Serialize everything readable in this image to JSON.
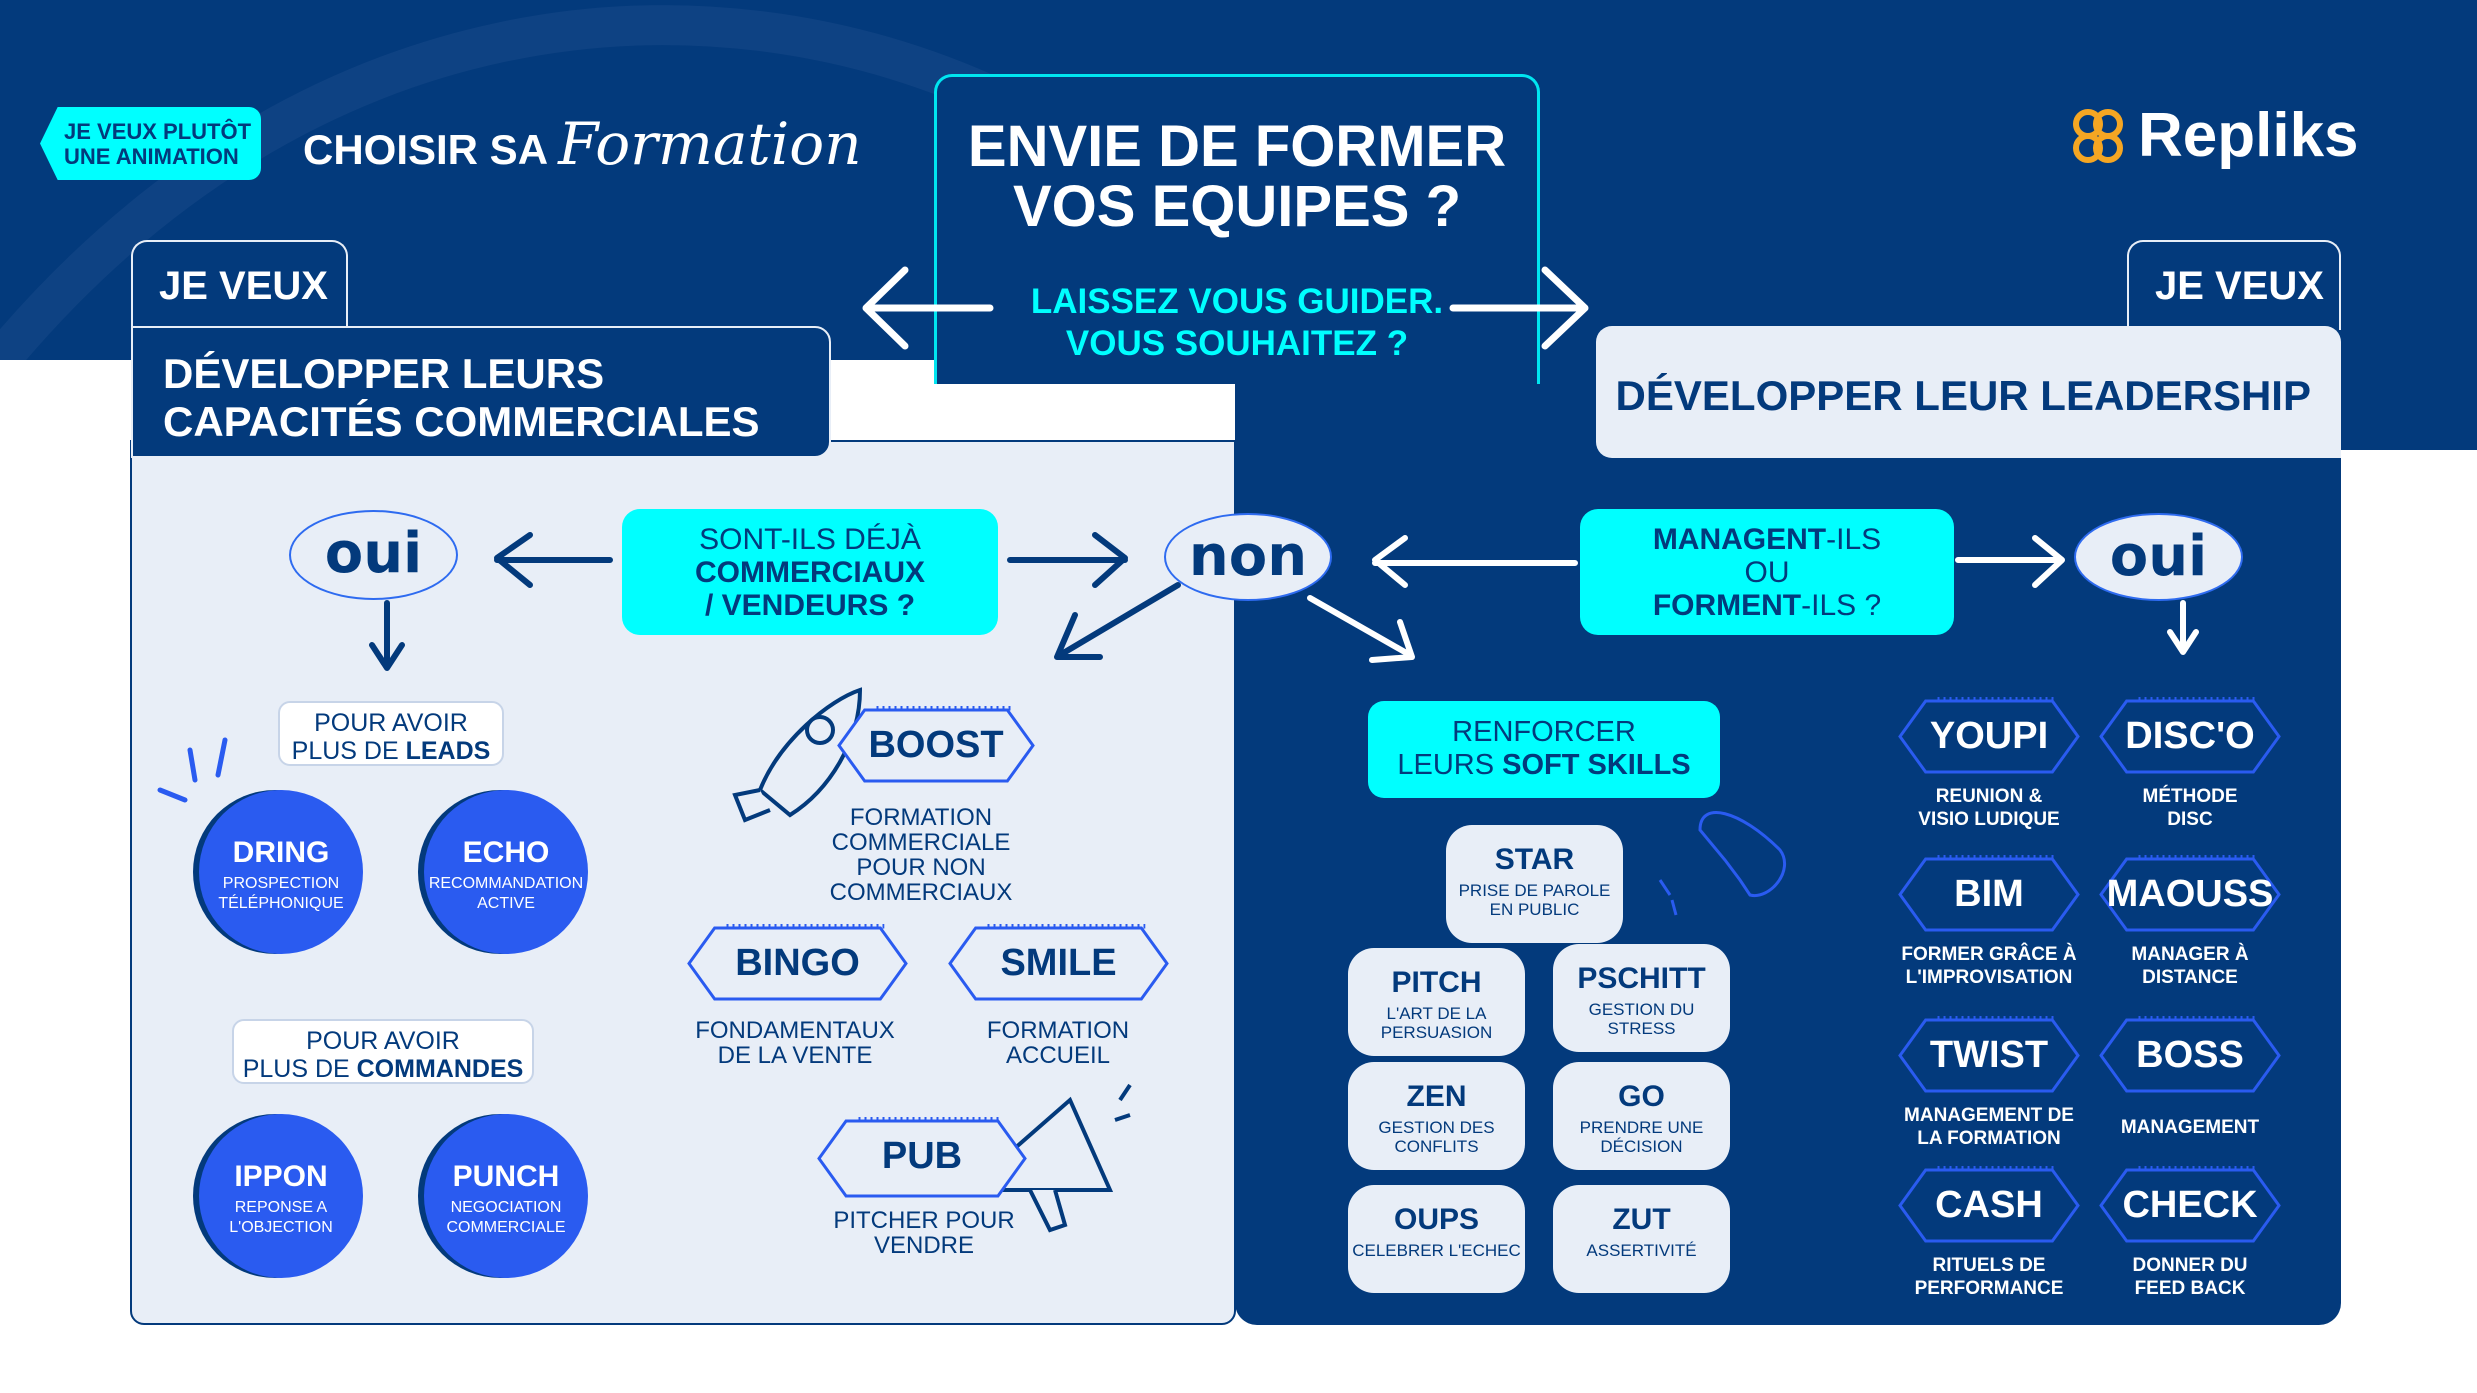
{
  "header": {
    "chip": "JE VEUX PLUTÔT UNE ANIMATION",
    "brand_prefix": "CHOISIR SA",
    "brand_script": "Formation",
    "logo": "Repliks"
  },
  "center": {
    "title_1": "ENVIE DE FORMER",
    "title_2": "VOS EQUIPES ?",
    "sub_1": "LAISSEZ VOUS GUIDER.",
    "sub_2": "VOUS SOUHAITEZ ?"
  },
  "left": {
    "tab": "JE VEUX",
    "title": "DÉVELOPPER LEURS CAPACITÉS COMMERCIALES",
    "oui": "oui",
    "non": "non",
    "question": {
      "l1": "SONT-ILS DÉJÀ",
      "l2": "COMMERCIAUX",
      "l3": "/ VENDEURS ?"
    },
    "leads": {
      "l1": "POUR AVOIR",
      "l2a": "PLUS DE ",
      "l2b": "LEADS"
    },
    "commandes": {
      "l1": "POUR AVOIR",
      "l2a": "PLUS DE ",
      "l2b": "COMMANDES"
    },
    "circles": [
      {
        "title": "DRING",
        "sub": "PROSPECTION TÉLÉPHONIQUE"
      },
      {
        "title": "ECHO",
        "sub": "RECOMMANDATION ACTIVE"
      },
      {
        "title": "IPPON",
        "sub": "REPONSE A L'OBJECTION"
      },
      {
        "title": "PUNCH",
        "sub": "NEGOCIATION COMMERCIALE"
      }
    ],
    "hexes": [
      {
        "title": "BOOST",
        "desc": [
          "FORMATION",
          "COMMERCIALE",
          "POUR NON",
          "COMMERCIAUX"
        ]
      },
      {
        "title": "BINGO",
        "desc": [
          "FONDAMENTAUX",
          "DE LA VENTE"
        ]
      },
      {
        "title": "SMILE",
        "desc": [
          "FORMATION",
          "ACCUEIL"
        ]
      },
      {
        "title": "PUB",
        "desc": [
          "PITCHER POUR",
          "VENDRE"
        ]
      }
    ]
  },
  "right": {
    "tab": "JE VEUX",
    "title": "DÉVELOPPER LEUR LEADERSHIP",
    "oui": "oui",
    "question": {
      "l1a": "MANAGENT",
      "l1b": "-ILS",
      "l2": "OU",
      "l3a": "FORMENT",
      "l3b": "-ILS ?"
    },
    "soft": {
      "l1": "RENFORCER",
      "l2a": "LEURS ",
      "l2b": "SOFT SKILLS"
    },
    "cards": [
      {
        "title": "STAR",
        "sub": "PRISE DE PAROLE EN PUBLIC"
      },
      {
        "title": "PITCH",
        "sub": "L'ART DE LA PERSUASION"
      },
      {
        "title": "PSCHITT",
        "sub": "GESTION DU STRESS"
      },
      {
        "title": "ZEN",
        "sub": "GESTION DES CONFLITS"
      },
      {
        "title": "GO",
        "sub": "PRENDRE UNE DÉCISION"
      },
      {
        "title": "OUPS",
        "sub": "CELEBRER L'ECHEC"
      },
      {
        "title": "ZUT",
        "sub": "ASSERTIVITÉ"
      }
    ],
    "hexes": [
      {
        "title": "YOUPI",
        "desc": [
          "REUNION &",
          "VISIO LUDIQUE"
        ]
      },
      {
        "title": "DISC'O",
        "desc": [
          "MÉTHODE",
          "DISC"
        ]
      },
      {
        "title": "BIM",
        "desc": [
          "FORMER GRÂCE À",
          "L'IMPROVISATION"
        ]
      },
      {
        "title": "MAOUSS",
        "desc": [
          "MANAGER À",
          "DISTANCE"
        ]
      },
      {
        "title": "TWIST",
        "desc": [
          "MANAGEMENT DE",
          "LA FORMATION"
        ]
      },
      {
        "title": "BOSS",
        "desc": [
          "MANAGEMENT"
        ]
      },
      {
        "title": "CASH",
        "desc": [
          "RITUELS DE",
          "PERFORMANCE"
        ]
      },
      {
        "title": "CHECK",
        "desc": [
          "DONNER DU",
          "FEED BACK"
        ]
      }
    ]
  },
  "colors": {
    "navy": "#033a7c",
    "cyan": "#00ffff",
    "blue": "#2a5bf0",
    "light": "#e8eef7",
    "logo_orange": "#f5a623"
  },
  "icons": [
    "rocket-icon",
    "megaphone-icon",
    "speech-bubble-icon",
    "arrow-icon",
    "sparkle-icon"
  ]
}
